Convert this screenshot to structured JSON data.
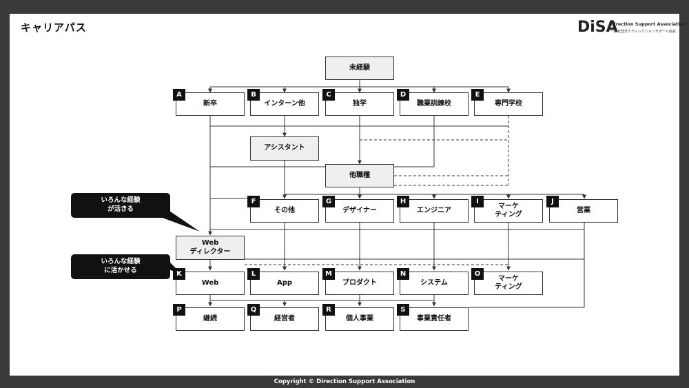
{
  "title": "キャリアパス",
  "logo": {
    "mark": "DiSA",
    "name_en": "Direction Support Association",
    "name_jp": "一般社団法人ディレクションサポート協会"
  },
  "footer": "Copyright © Direction Support Association",
  "nodes": {
    "start": "未経験",
    "A": {
      "tag": "A",
      "label": "新卒"
    },
    "B": {
      "tag": "B",
      "label": "インターン他"
    },
    "C": {
      "tag": "C",
      "label": "独学"
    },
    "D": {
      "tag": "D",
      "label": "職業訓練校"
    },
    "E": {
      "tag": "E",
      "label": "専門学校"
    },
    "assistant": "アシスタント",
    "other_job": "他職種",
    "F": {
      "tag": "F",
      "label": "その他"
    },
    "G": {
      "tag": "G",
      "label": "デザイナー"
    },
    "H": {
      "tag": "H",
      "label": "エンジニア"
    },
    "I": {
      "tag": "I",
      "label": "マーケ\nティング"
    },
    "J": {
      "tag": "J",
      "label": "営業"
    },
    "web_director": "Web\nディレクター",
    "K": {
      "tag": "K",
      "label": "Web"
    },
    "L": {
      "tag": "L",
      "label": "App"
    },
    "M": {
      "tag": "M",
      "label": "プロダクト"
    },
    "N": {
      "tag": "N",
      "label": "システム"
    },
    "O": {
      "tag": "O",
      "label": "マーケ\nティング"
    },
    "P": {
      "tag": "P",
      "label": "継続"
    },
    "Q": {
      "tag": "Q",
      "label": "経営者"
    },
    "R": {
      "tag": "R",
      "label": "個人事業"
    },
    "S": {
      "tag": "S",
      "label": "事業責任者"
    }
  },
  "callouts": {
    "experience_live": "いろんな経験\nが活きる",
    "experience_use": "いろんな経験\nに活かせる"
  },
  "colors": {
    "frame": "#3a3a3a",
    "tag_bg": "#111111",
    "box_gray": "#efefef",
    "line": "#333333"
  }
}
